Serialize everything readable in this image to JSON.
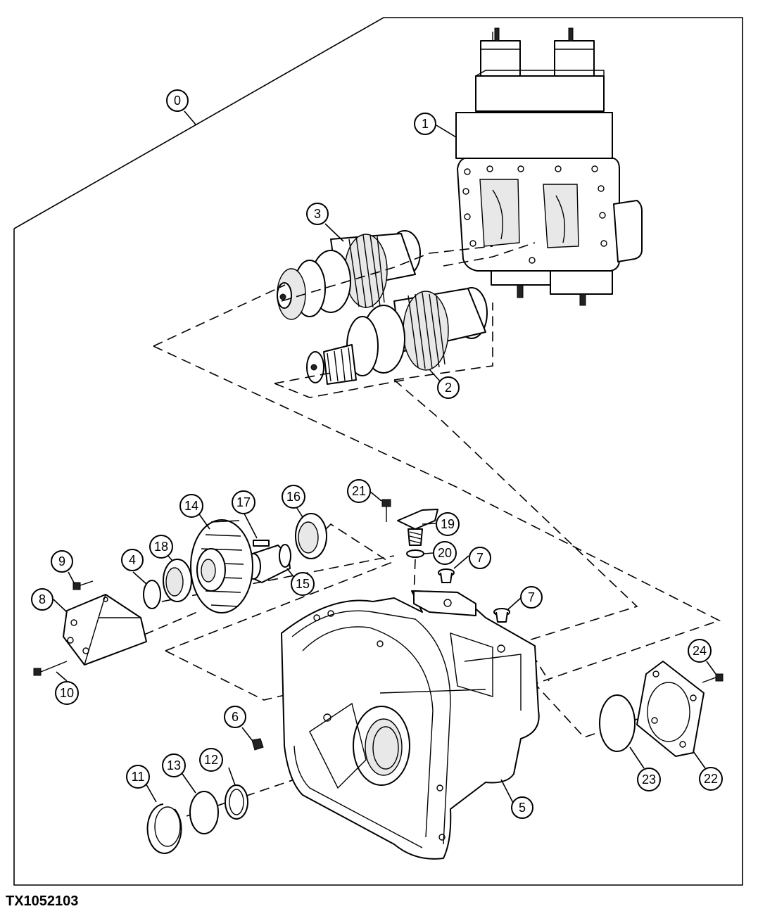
{
  "figure_code": "TX1052103",
  "callouts": [
    {
      "id": "callout-0",
      "label": "0"
    },
    {
      "id": "callout-1",
      "label": "1"
    },
    {
      "id": "callout-2",
      "label": "2"
    },
    {
      "id": "callout-3",
      "label": "3"
    },
    {
      "id": "callout-4",
      "label": "4"
    },
    {
      "id": "callout-5",
      "label": "5"
    },
    {
      "id": "callout-6",
      "label": "6"
    },
    {
      "id": "callout-7a",
      "label": "7"
    },
    {
      "id": "callout-7b",
      "label": "7"
    },
    {
      "id": "callout-8",
      "label": "8"
    },
    {
      "id": "callout-9",
      "label": "9"
    },
    {
      "id": "callout-10",
      "label": "10"
    },
    {
      "id": "callout-11",
      "label": "11"
    },
    {
      "id": "callout-12",
      "label": "12"
    },
    {
      "id": "callout-13",
      "label": "13"
    },
    {
      "id": "callout-14",
      "label": "14"
    },
    {
      "id": "callout-15",
      "label": "15"
    },
    {
      "id": "callout-16",
      "label": "16"
    },
    {
      "id": "callout-17",
      "label": "17"
    },
    {
      "id": "callout-18",
      "label": "18"
    },
    {
      "id": "callout-19",
      "label": "19"
    },
    {
      "id": "callout-20",
      "label": "20"
    },
    {
      "id": "callout-21",
      "label": "21"
    },
    {
      "id": "callout-22",
      "label": "22"
    },
    {
      "id": "callout-23",
      "label": "23"
    },
    {
      "id": "callout-24",
      "label": "24"
    }
  ]
}
